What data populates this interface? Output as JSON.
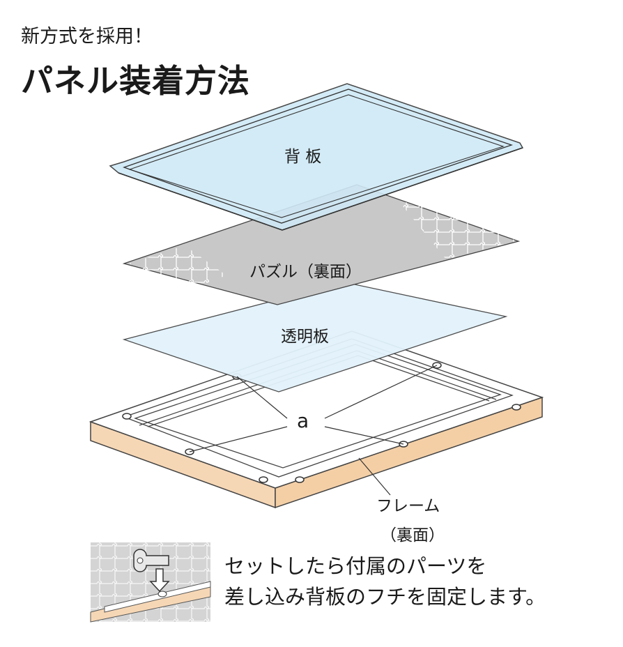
{
  "header": {
    "subtitle": "新方式を採用！",
    "title": "パネル装着方法"
  },
  "labels": {
    "back_board": "背 板",
    "puzzle": "パズル（裏面）",
    "clear_board": "透明板",
    "point_a": "a",
    "frame_line1": "フレーム",
    "frame_line2": "（裏面）"
  },
  "instruction": {
    "line1": "セットしたら付属のパーツを",
    "line2": "差し込み背板のフチを固定します。"
  },
  "colors": {
    "back_board_fill": "#cfe9f6",
    "puzzle_fill": "#c8c8c8",
    "clear_board_fill": "#e2f2fb",
    "frame_side": "#f6d7b5"
  }
}
